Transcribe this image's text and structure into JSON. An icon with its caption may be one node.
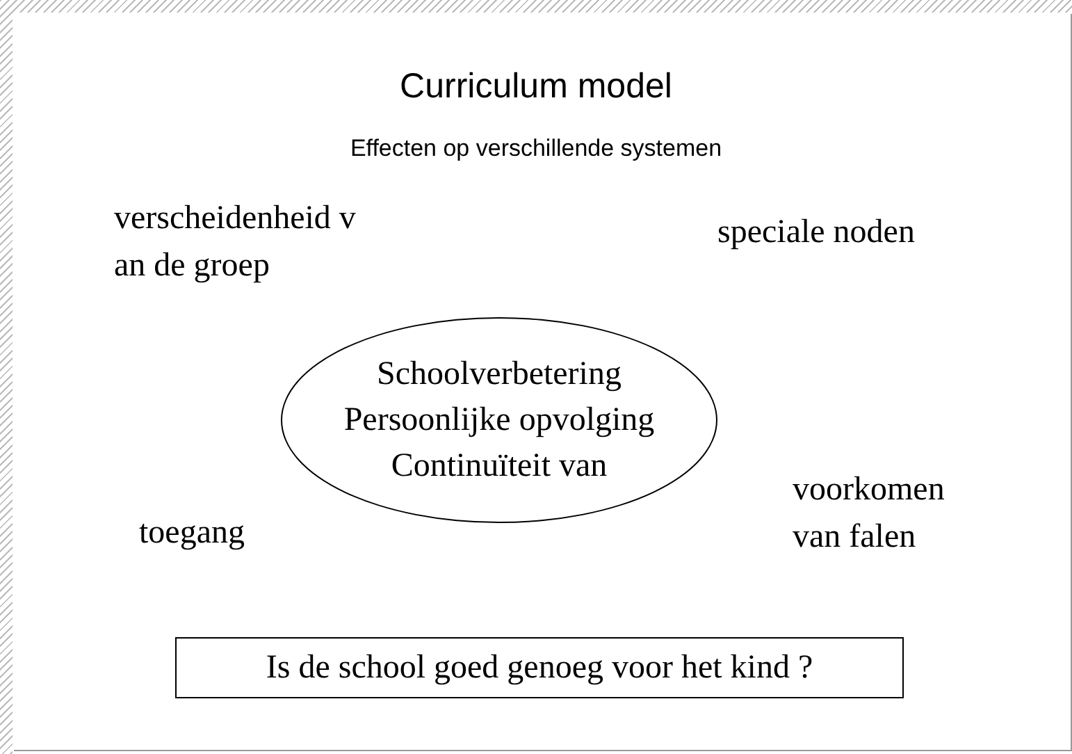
{
  "diagram": {
    "title": "Curriculum model",
    "nodes": [
      {
        "text": [
          "Schoolverbetering",
          "Persoonlijke opvolging",
          "Continuïteit van"
        ]
      },
      {
        "text": [
          "Is de school goed genoeg voor het kind ?"
        ]
      }
    ],
    "edges": [],
    "labels": [
      "Effecten op verschillende systemen",
      "verscheidenheid van de groep",
      "speciale noden",
      "toegang",
      "voorkomen van falen"
    ]
  }
}
